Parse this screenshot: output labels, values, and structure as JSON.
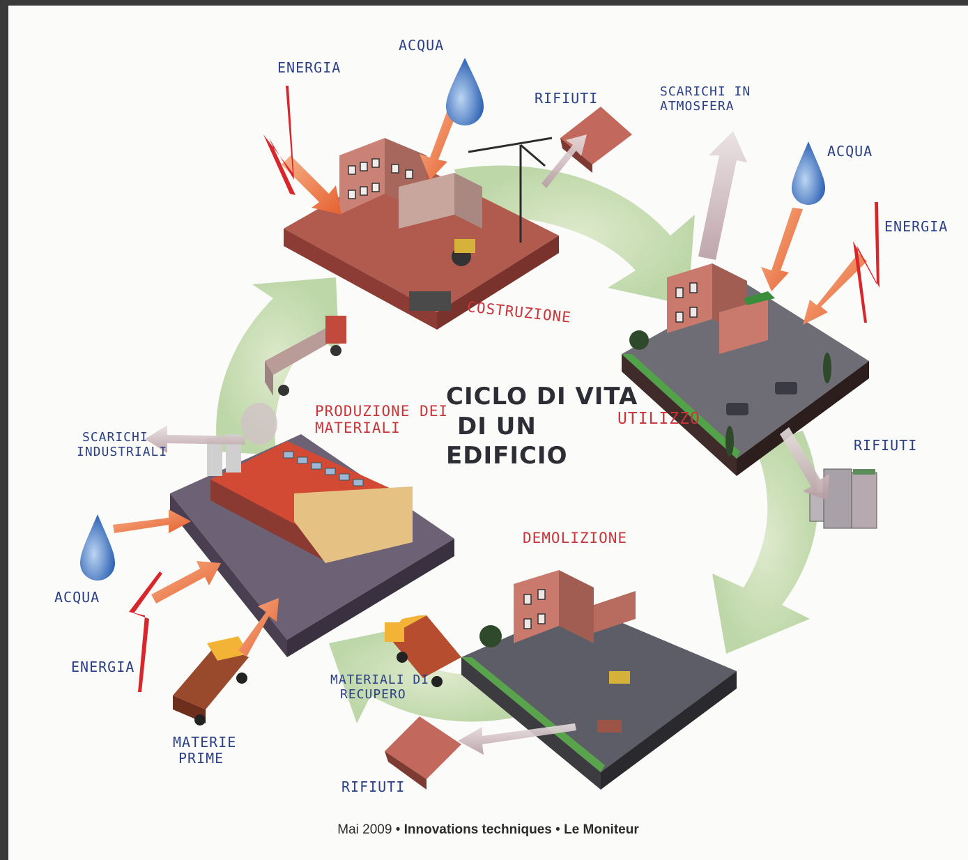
{
  "title": "CICLO DI VITA DI UN EDIFICIO",
  "title_lines": [
    "CICLO DI VITA",
    "DI UN",
    "EDIFICIO"
  ],
  "stages": {
    "costruzione": "COSTRUZIONE",
    "utilizzo": "UTILIZZO",
    "demolizione": "DEMOLIZIONE",
    "produzione": [
      "PRODUZIONE DEI",
      "MATERIALI"
    ]
  },
  "flows": {
    "top_energia": "ENERGIA",
    "top_acqua": "ACQUA",
    "top_rifiuti": "RIFIUTI",
    "right_scarichi": [
      "SCARICHI IN",
      "ATMOSFERA"
    ],
    "right_acqua": "ACQUA",
    "right_energia": "ENERGIA",
    "right_rifiuti": "RIFIUTI",
    "left_scarichi": [
      "SCARICHI",
      "INDUSTRIALI"
    ],
    "left_acqua": "ACQUA",
    "left_energia": "ENERGIA",
    "left_materie": [
      "MATERIE",
      "PRIME"
    ],
    "bottom_materiali": [
      "MATERIALI DI",
      "RECUPERO"
    ],
    "bottom_rifiuti": "RIFIUTI"
  },
  "caption": {
    "date": "Mai 2009",
    "sep1": "•",
    "section": "Innovations techniques",
    "sep2": "•",
    "publication": "Le Moniteur"
  },
  "colors": {
    "background": "#3a3a3a",
    "paper": "#fbfbf9",
    "cycle_arrows": "#c7dcb0",
    "label_blue": "#2a3f86",
    "label_red": "#c8353a",
    "energy_red": "#d8262a",
    "water_blue": "#3e78c8",
    "flow_arrow": "#ef7a4a",
    "emission_arrow": "#c9b0b6"
  },
  "icons": [
    "lightning-icon",
    "water-drop-icon",
    "waste-skip-icon",
    "waste-bin-icon",
    "truck-icon",
    "crane-icon"
  ]
}
